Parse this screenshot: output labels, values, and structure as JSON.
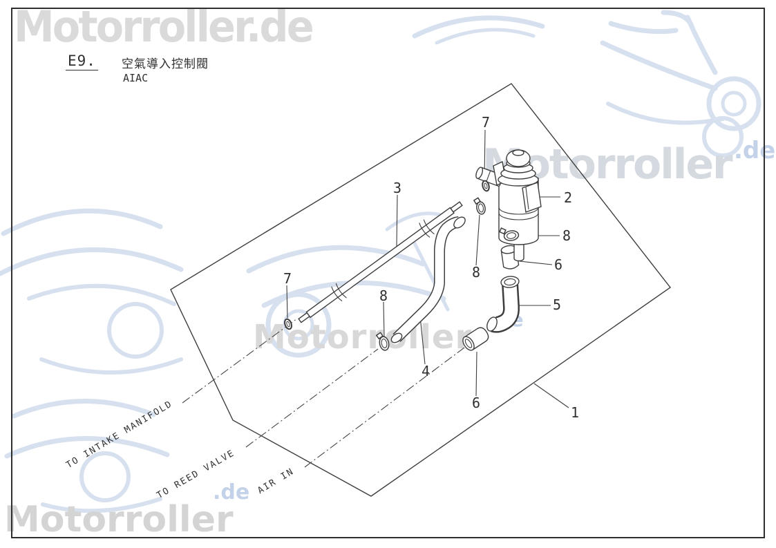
{
  "title": {
    "code": "E9.",
    "name_cjk": "空氣導入控制閥",
    "name_latin": "AIAC"
  },
  "watermarks": {
    "brand_full": "Motorroller.de",
    "brand": "Motorroller",
    "domain_suffix": ".de",
    "colors": {
      "gray": "#d7d7d7",
      "blue": "#c3d2e9"
    }
  },
  "flow_labels": {
    "intake": "TO INTAKE MANIFOLD",
    "reed": "TO REED VALVE",
    "air": "AIR IN"
  },
  "callouts": [
    {
      "label": "1"
    },
    {
      "label": "2"
    },
    {
      "label": "3"
    },
    {
      "label": "4"
    },
    {
      "label": "5"
    },
    {
      "label": "6"
    },
    {
      "label": "6"
    },
    {
      "label": "7"
    },
    {
      "label": "7"
    },
    {
      "label": "8"
    },
    {
      "label": "8"
    },
    {
      "label": "8"
    }
  ],
  "drawing_colors": {
    "line": "#3d3d3d",
    "frame": "#2e2e2e"
  }
}
